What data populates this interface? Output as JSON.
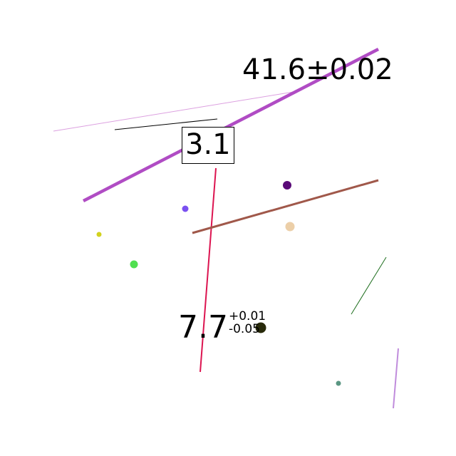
{
  "labels": {
    "top_value": "41.6±0.02",
    "boxed_value": "3.1",
    "bottom_value": "7.7",
    "bottom_upper": "+0.01",
    "bottom_lower": "-0.05"
  },
  "colors": {
    "background": "#ffffff",
    "thick_purple_line": "#b04cc4",
    "thin_pink_line": "#dca0e0",
    "short_black_line": "#000000",
    "crimson_line": "#dc1450",
    "brown_line": "#a0584a",
    "green_line": "#1e6e1e",
    "lilac_line": "#c08cdc",
    "dot_dark_purple": "#5a0a78",
    "dot_violet": "#7a50f0",
    "dot_yellow": "#d2d21e",
    "dot_green": "#50e050",
    "dot_tan": "#eccfa8",
    "dot_dark_olive": "#282a0a",
    "dot_teal": "#5a9682"
  }
}
